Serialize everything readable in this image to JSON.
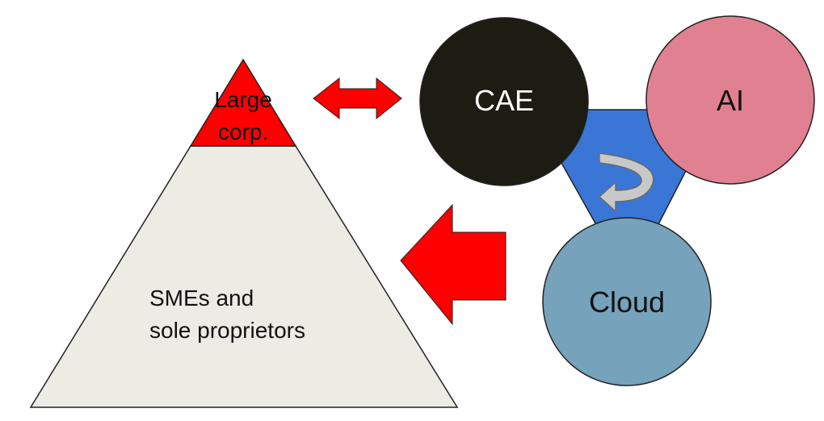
{
  "pyramid": {
    "top_label_line1": "Large",
    "top_label_line2": "corp.",
    "base_label_line1": "SMEs and",
    "base_label_line2": "sole proprietors"
  },
  "circles": {
    "cae": "CAE",
    "ai": "AI",
    "cloud": "Cloud"
  },
  "colors": {
    "pyramid_top": "#ff0000",
    "pyramid_base": "#ecebe4",
    "arrow": "#ff0000",
    "cae": "#1c1c12",
    "ai": "#e08090",
    "cloud": "#76a2bb",
    "triangle": "#3a76d6",
    "cycle_arrow": "#c4c4c4"
  }
}
